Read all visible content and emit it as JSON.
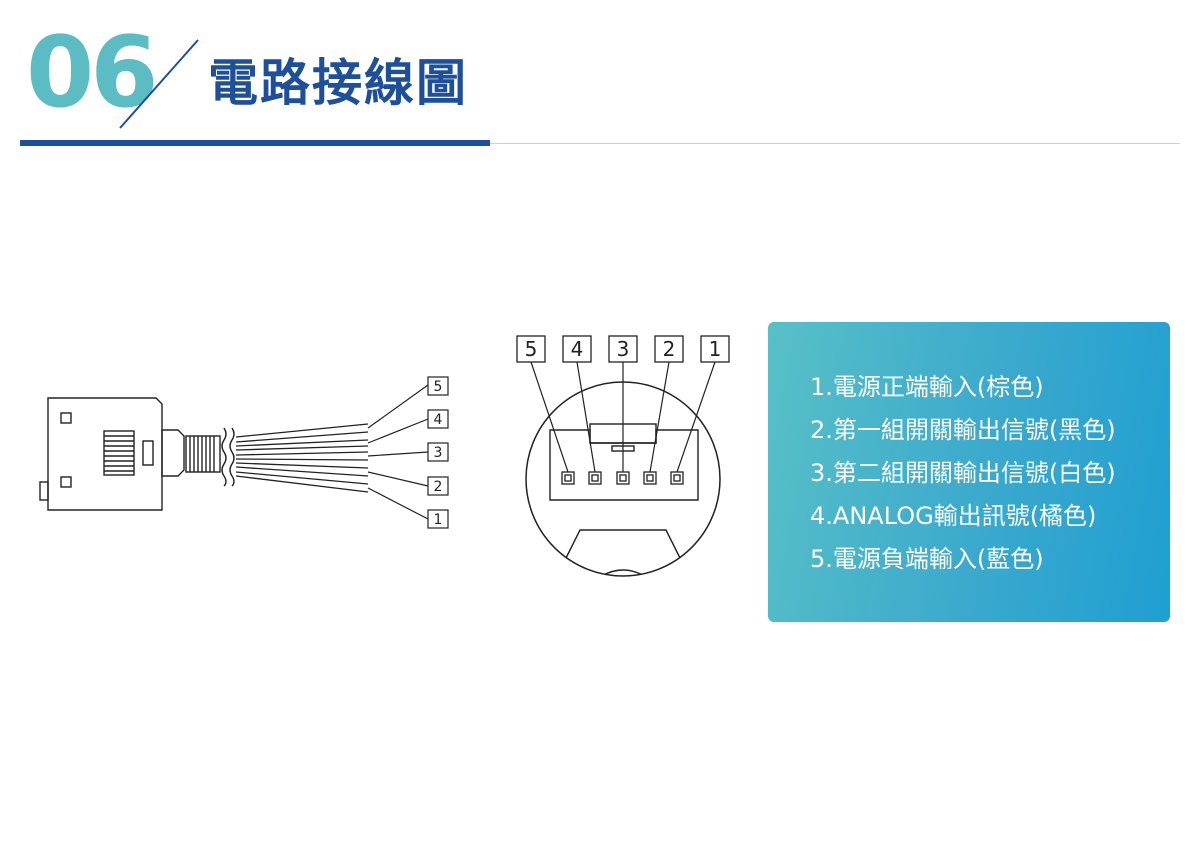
{
  "header": {
    "section_number": "06",
    "title": "電路接線圖"
  },
  "colors": {
    "accent_teal": "#5bbcc4",
    "brand_blue": "#1d4f9b",
    "panel_gradient_start": "#58c0c7",
    "panel_gradient_end": "#1f9fd2"
  },
  "left_diagram": {
    "wire_labels": [
      "5",
      "4",
      "3",
      "2",
      "1"
    ]
  },
  "connector_diagram": {
    "pin_labels": [
      "5",
      "4",
      "3",
      "2",
      "1"
    ]
  },
  "legend": {
    "items": [
      "1.電源正端輸入(棕色)",
      "2.第一組開關輸出信號(黑色)",
      "3.第二組開關輸出信號(白色)",
      "4.ANALOG輸出訊號(橘色)",
      "5.電源負端輸入(藍色)"
    ]
  }
}
